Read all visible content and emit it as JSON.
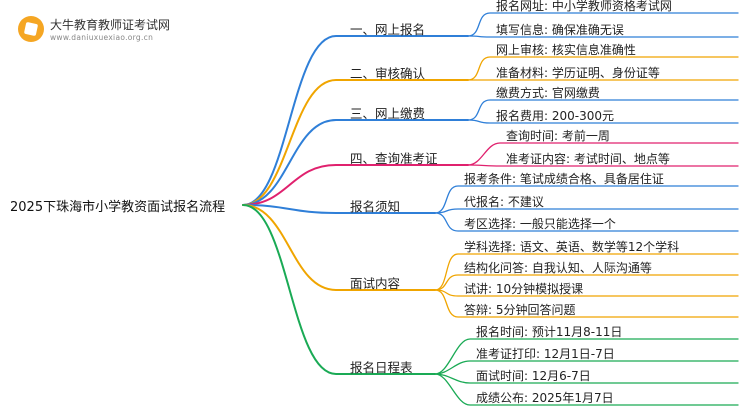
{
  "logo": {
    "title": "大牛教育教师证考试网",
    "url": "www.daniuxuexiao.org.cn"
  },
  "root": "2025下珠海市小学教资面试报名流程",
  "colors": {
    "b0": "#2f7fd8",
    "b1": "#f0a500",
    "b2": "#2f7fd8",
    "b3": "#e0216e",
    "b4": "#2f7fd8",
    "b5": "#f0a500",
    "b6": "#1aaa55"
  },
  "branches": [
    {
      "label": "一、网上报名",
      "leaves": [
        "报名网址: 中小学教师资格考试网",
        "填写信息: 确保准确无误"
      ]
    },
    {
      "label": "二、审核确认",
      "leaves": [
        "网上审核: 核实信息准确性",
        "准备材料: 学历证明、身份证等"
      ]
    },
    {
      "label": "三、网上缴费",
      "leaves": [
        "缴费方式: 官网缴费",
        "报名费用: 200-300元"
      ]
    },
    {
      "label": "四、查询准考证",
      "leaves": [
        "查询时间: 考前一周",
        "准考证内容: 考试时间、地点等"
      ]
    },
    {
      "label": "报名须知",
      "leaves": [
        "报考条件: 笔试成绩合格、具备居住证",
        "代报名: 不建议",
        "考区选择: 一般只能选择一个"
      ]
    },
    {
      "label": "面试内容",
      "leaves": [
        "学科选择: 语文、英语、数学等12个学科",
        "结构化问答: 自我认知、人际沟通等",
        "试讲: 10分钟模拟授课",
        "答辩: 5分钟回答问题"
      ]
    },
    {
      "label": "报名日程表",
      "leaves": [
        "报名时间: 预计11月8-11日",
        "准考证打印: 12月1日-7日",
        "面试时间: 12月6-7日",
        "成绩公布: 2025年1月7日"
      ]
    }
  ]
}
